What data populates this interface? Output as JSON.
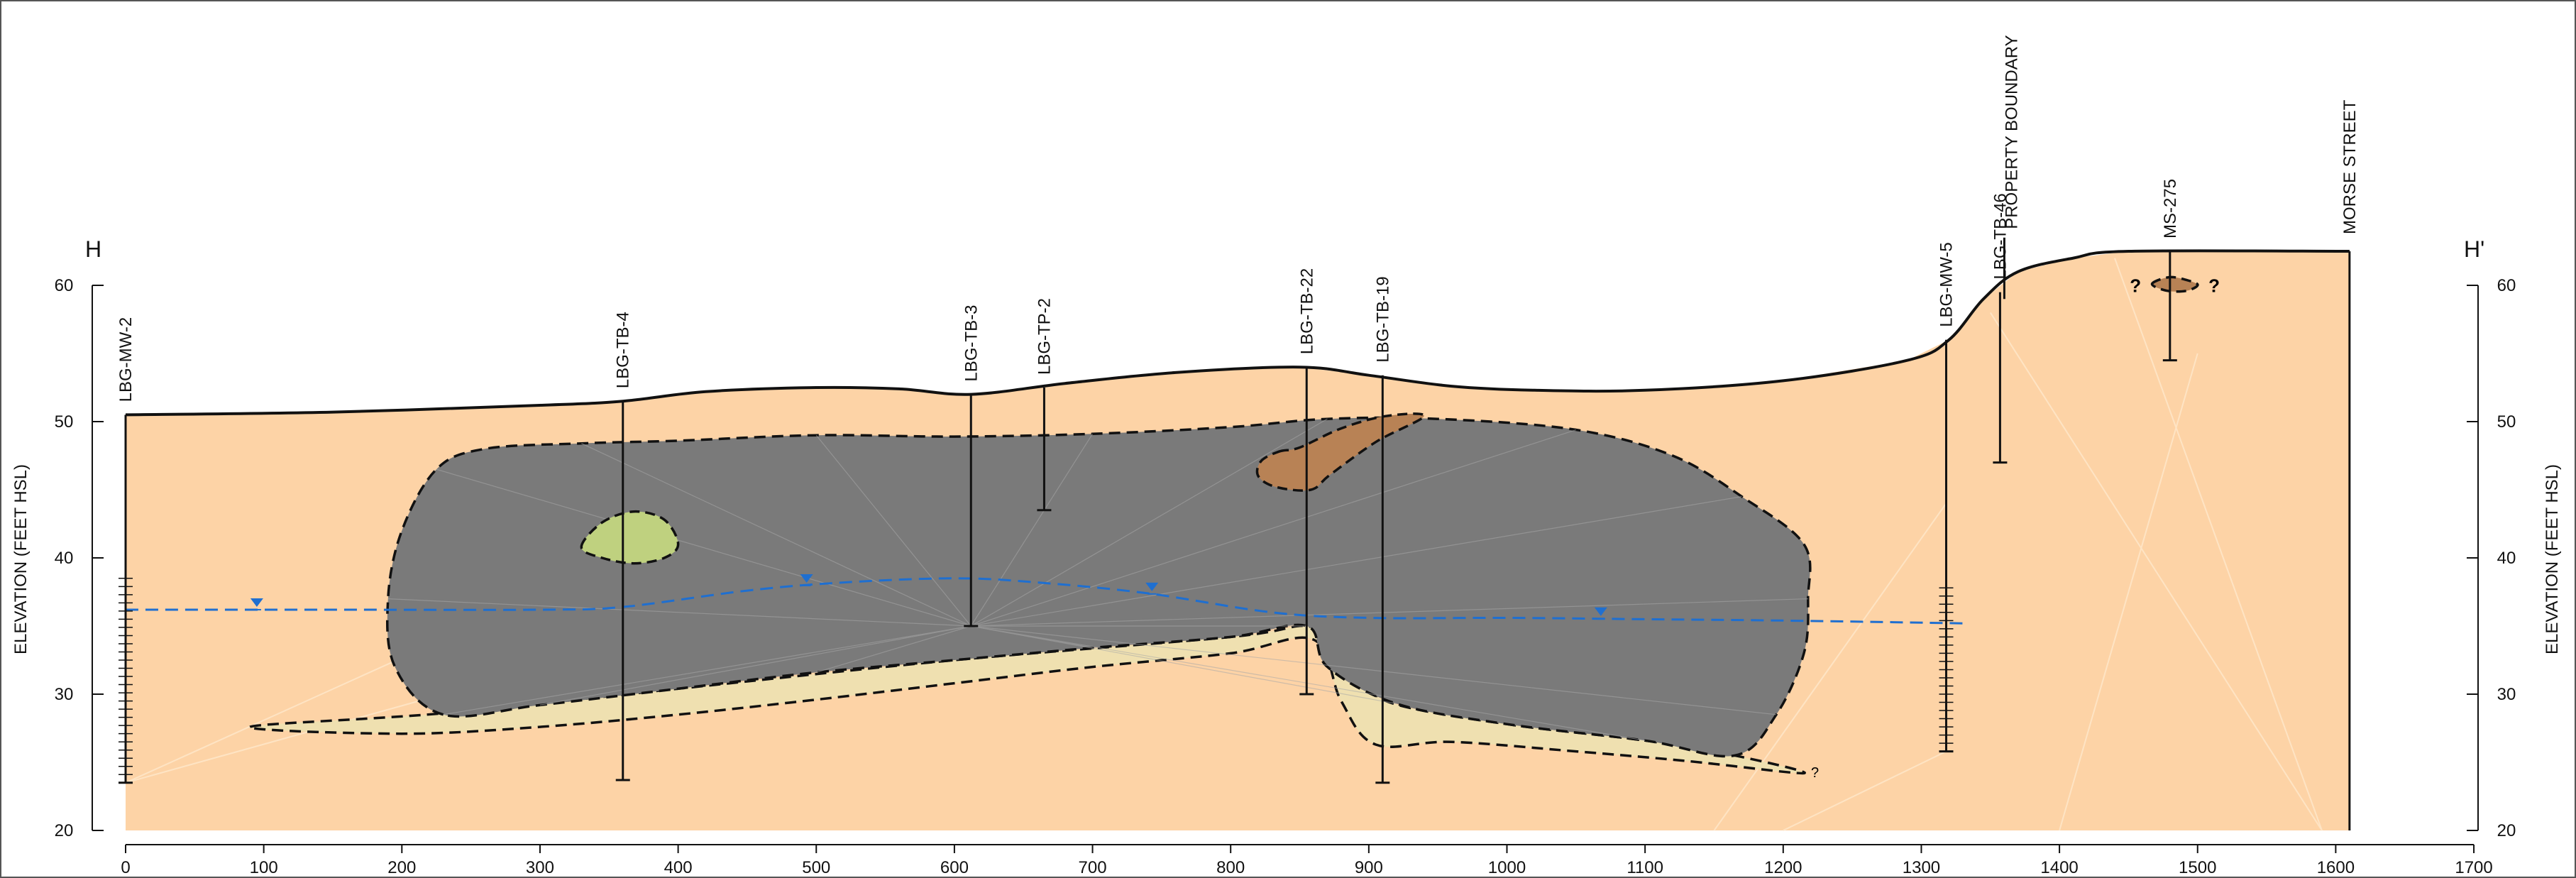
{
  "section": {
    "left_label": "H",
    "right_label": "H'"
  },
  "axes": {
    "y_title": "ELEVATION (FEET HSL)",
    "y_min": 20,
    "y_max": 60,
    "y_ticks": [
      20,
      30,
      40,
      50,
      60
    ],
    "x_min": 0,
    "x_max": 1700,
    "x_ticks": [
      0,
      100,
      200,
      300,
      400,
      500,
      600,
      700,
      800,
      900,
      1000,
      1100,
      1200,
      1300,
      1400,
      1500,
      1600,
      1700
    ]
  },
  "ground_surface": [
    [
      0,
      50.5
    ],
    [
      150,
      50.7
    ],
    [
      300,
      51.2
    ],
    [
      360,
      51.5
    ],
    [
      420,
      52.2
    ],
    [
      500,
      52.5
    ],
    [
      560,
      52.4
    ],
    [
      612,
      52.0
    ],
    [
      680,
      52.8
    ],
    [
      760,
      53.6
    ],
    [
      850,
      54.0
    ],
    [
      900,
      53.4
    ],
    [
      960,
      52.6
    ],
    [
      1020,
      52.3
    ],
    [
      1100,
      52.3
    ],
    [
      1200,
      53.0
    ],
    [
      1290,
      54.5
    ],
    [
      1320,
      56.0
    ],
    [
      1345,
      59.0
    ],
    [
      1370,
      61.0
    ],
    [
      1410,
      62.0
    ],
    [
      1450,
      62.5
    ],
    [
      1610,
      62.5
    ]
  ],
  "labels": {
    "property_boundary": "PROPERTY BOUNDARY",
    "morse_street": "MORSE STREET",
    "unknown_marker": "?"
  },
  "borings": [
    {
      "name": "LBG-MW-2",
      "x": 0,
      "top": 50.5,
      "bottom": 23.5,
      "screen_top": 38.5,
      "screen_bottom": 23.5
    },
    {
      "name": "LBG-TB-4",
      "x": 360,
      "top": 51.5,
      "bottom": 23.7
    },
    {
      "name": "LBG-TB-3",
      "x": 612,
      "top": 52.0,
      "bottom": 35.0
    },
    {
      "name": "LBG-TP-2",
      "x": 665,
      "top": 52.5,
      "bottom": 43.5
    },
    {
      "name": "LBG-TB-22",
      "x": 855,
      "top": 54.0,
      "bottom": 30.0
    },
    {
      "name": "LBG-TB-19",
      "x": 910,
      "top": 53.4,
      "bottom": 23.5
    },
    {
      "name": "LBG-MW-5",
      "x": 1318,
      "top": 56.0,
      "bottom": 25.8,
      "screen_top": 37.8,
      "screen_bottom": 25.8
    },
    {
      "name": "LBG-TB-46",
      "x": 1357,
      "top": 59.5,
      "bottom": 47.0
    },
    {
      "name": "MS-275",
      "x": 1480,
      "top": 62.5,
      "bottom": 54.5
    }
  ],
  "water_table": [
    [
      0,
      36.2
    ],
    [
      150,
      36.2
    ],
    [
      300,
      36.2
    ],
    [
      360,
      36.4
    ],
    [
      450,
      37.6
    ],
    [
      520,
      38.2
    ],
    [
      600,
      38.5
    ],
    [
      660,
      38.2
    ],
    [
      740,
      37.4
    ],
    [
      830,
      36.0
    ],
    [
      900,
      35.6
    ],
    [
      1000,
      35.6
    ],
    [
      1100,
      35.5
    ],
    [
      1200,
      35.4
    ],
    [
      1330,
      35.2
    ]
  ],
  "water_table_markers": [
    95,
    493,
    743,
    1068
  ],
  "layers": {
    "fill_color": "#FDD3A6",
    "gray_unit": {
      "color": "#7A7A7A",
      "outline": [
        [
          230,
          28.5
        ],
        [
          195,
          32.0
        ],
        [
          190,
          37.0
        ],
        [
          200,
          42.0
        ],
        [
          225,
          46.5
        ],
        [
          260,
          48.0
        ],
        [
          330,
          48.4
        ],
        [
          400,
          48.6
        ],
        [
          500,
          49.0
        ],
        [
          600,
          48.9
        ],
        [
          700,
          49.1
        ],
        [
          800,
          49.6
        ],
        [
          870,
          50.2
        ],
        [
          950,
          50.2
        ],
        [
          1050,
          49.4
        ],
        [
          1120,
          47.5
        ],
        [
          1170,
          44.5
        ],
        [
          1215,
          41.0
        ],
        [
          1218,
          37.0
        ],
        [
          1215,
          33.0
        ],
        [
          1195,
          28.5
        ],
        [
          1165,
          25.5
        ],
        [
          1100,
          26.6
        ],
        [
          1000,
          27.8
        ],
        [
          920,
          29.3
        ],
        [
          870,
          32.0
        ],
        [
          855,
          35.0
        ],
        [
          800,
          34.2
        ],
        [
          700,
          33.4
        ],
        [
          600,
          32.5
        ],
        [
          500,
          31.6
        ],
        [
          400,
          30.4
        ],
        [
          300,
          29.2
        ]
      ]
    },
    "tan_unit": {
      "color": "#EFE0B0",
      "outline": [
        [
          90,
          27.6
        ],
        [
          230,
          28.6
        ],
        [
          400,
          30.4
        ],
        [
          600,
          32.5
        ],
        [
          800,
          34.2
        ],
        [
          855,
          35.0
        ],
        [
          872,
          33.5
        ],
        [
          895,
          31.5
        ],
        [
          915,
          29.4
        ],
        [
          1000,
          27.8
        ],
        [
          1100,
          26.6
        ],
        [
          1165,
          25.5
        ],
        [
          1215,
          24.2
        ],
        [
          1130,
          25.1
        ],
        [
          1050,
          25.8
        ],
        [
          960,
          26.5
        ],
        [
          905,
          26.3
        ],
        [
          880,
          29.5
        ],
        [
          860,
          34.0
        ],
        [
          800,
          33.0
        ],
        [
          700,
          32.0
        ],
        [
          600,
          30.8
        ],
        [
          500,
          29.6
        ],
        [
          400,
          28.5
        ],
        [
          300,
          27.6
        ],
        [
          200,
          27.1
        ]
      ]
    },
    "green_lens": {
      "color": "#BFD17F",
      "outline": [
        [
          330,
          40.8
        ],
        [
          345,
          42.6
        ],
        [
          368,
          43.4
        ],
        [
          390,
          42.8
        ],
        [
          400,
          41.0
        ],
        [
          390,
          40.0
        ],
        [
          368,
          39.6
        ],
        [
          345,
          40.0
        ]
      ]
    },
    "brown_lens": {
      "color": "#B88255",
      "outline": [
        [
          835,
          47.8
        ],
        [
          850,
          48.1
        ],
        [
          880,
          49.5
        ],
        [
          912,
          50.4
        ],
        [
          940,
          50.4
        ],
        [
          905,
          48.5
        ],
        [
          872,
          46.1
        ],
        [
          858,
          45.0
        ],
        [
          833,
          45.2
        ],
        [
          820,
          46.0
        ],
        [
          822,
          47.1
        ]
      ]
    },
    "small_lens": {
      "color": "#B88255",
      "outline": [
        [
          1467,
          60.1
        ],
        [
          1480,
          60.6
        ],
        [
          1495,
          60.3
        ],
        [
          1500,
          60.0
        ],
        [
          1492,
          59.6
        ],
        [
          1478,
          59.6
        ]
      ]
    }
  }
}
